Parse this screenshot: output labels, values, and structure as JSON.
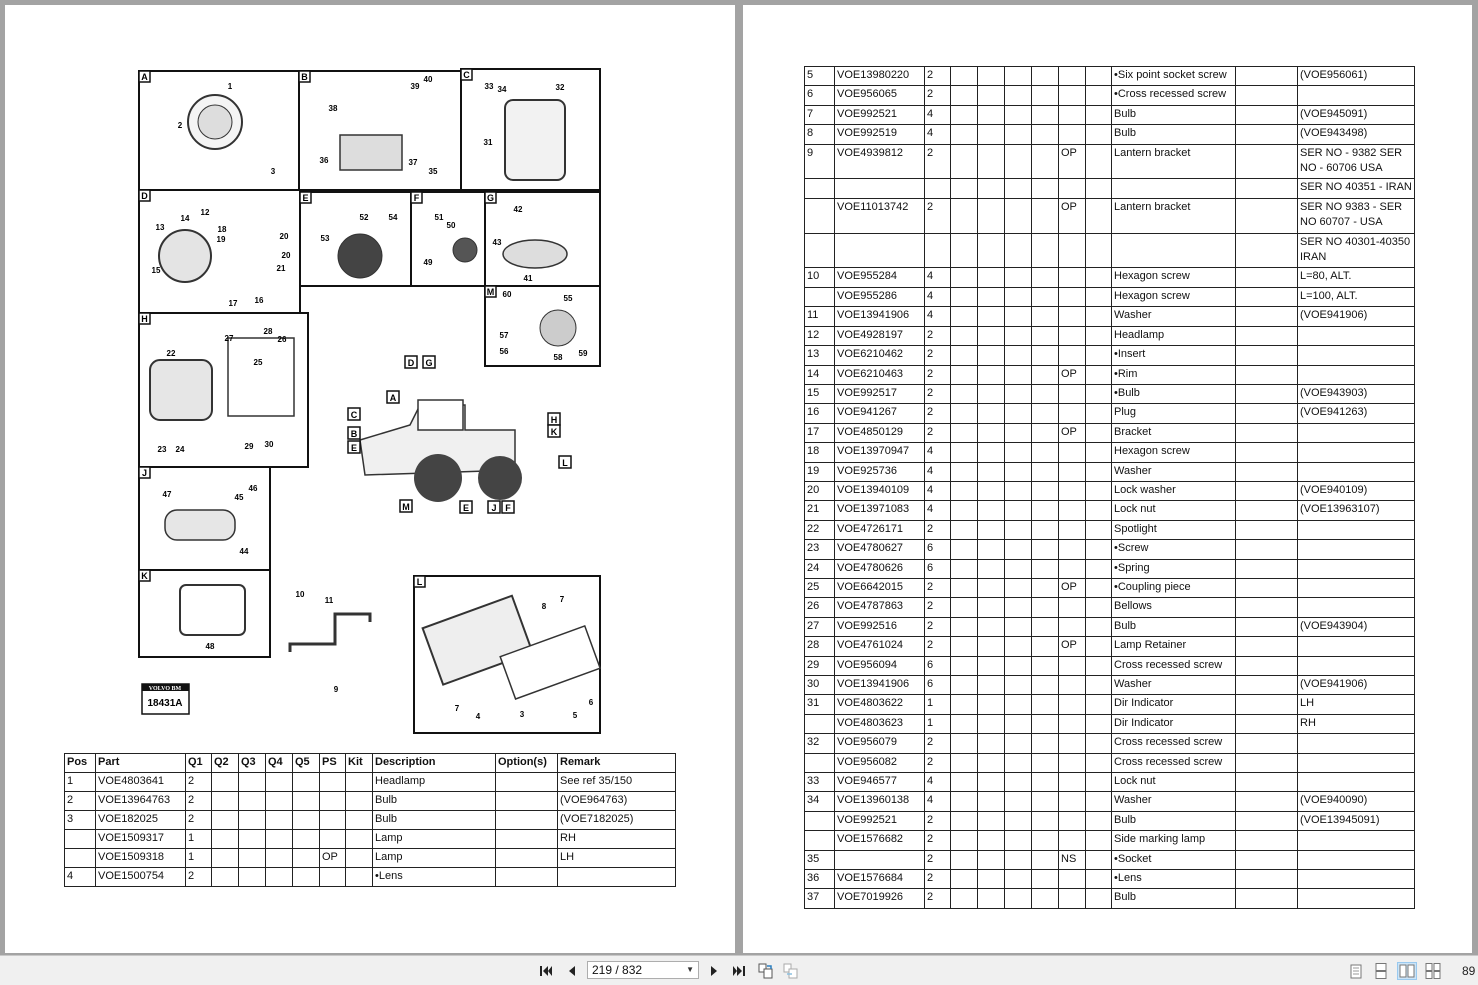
{
  "viewer": {
    "page_indicator": "219 / 832",
    "zoom_level": "89",
    "buttons": [
      "first-page",
      "previous-page",
      "next-page",
      "last-page",
      "rotate",
      "extract"
    ],
    "view_modes": [
      "single-page",
      "continuous",
      "facing",
      "continuous-facing"
    ],
    "active_view_mode": "facing",
    "active_color": "#cce4f7"
  },
  "diagram": {
    "logo_brand": "VOLVO BM",
    "logo_code": "18431A",
    "panels": [
      "A",
      "B",
      "C",
      "D",
      "E",
      "F",
      "G",
      "M",
      "H",
      "J",
      "K",
      "L"
    ],
    "loader_refs": [
      "D",
      "G",
      "A",
      "C",
      "B",
      "E",
      "H",
      "K",
      "L",
      "M",
      "E",
      "J",
      "F"
    ],
    "callouts": [
      "1",
      "2",
      "3",
      "40",
      "39",
      "38",
      "36",
      "37",
      "35",
      "33",
      "34",
      "32",
      "31",
      "14",
      "12",
      "13",
      "18",
      "19",
      "20",
      "20",
      "21",
      "15",
      "17",
      "16",
      "52",
      "54",
      "53",
      "51",
      "50",
      "49",
      "42",
      "43",
      "41",
      "60",
      "55",
      "57",
      "56",
      "58",
      "59",
      "28",
      "26",
      "27",
      "22",
      "25",
      "23",
      "24",
      "29",
      "30",
      "47",
      "46",
      "45",
      "44",
      "48",
      "10",
      "11",
      "9",
      "8",
      "7",
      "6",
      "7",
      "4",
      "5",
      "3"
    ]
  },
  "left_table": {
    "headers": [
      "Pos",
      "Part",
      "Q1",
      "Q2",
      "Q3",
      "Q4",
      "Q5",
      "PS",
      "Kit",
      "Description",
      "Option(s)",
      "Remark"
    ],
    "rows": [
      [
        "1",
        "VOE4803641",
        "2",
        "",
        "",
        "",
        "",
        "",
        "",
        "Headlamp",
        "",
        "See ref 35/150"
      ],
      [
        "2",
        "VOE13964763",
        "2",
        "",
        "",
        "",
        "",
        "",
        "",
        "Bulb",
        "",
        "(VOE964763)"
      ],
      [
        "3",
        "VOE182025",
        "2",
        "",
        "",
        "",
        "",
        "",
        "",
        "Bulb",
        "",
        "(VOE7182025)"
      ],
      [
        "",
        "VOE1509317",
        "1",
        "",
        "",
        "",
        "",
        "",
        "",
        "Lamp",
        "",
        "RH"
      ],
      [
        "",
        "VOE1509318",
        "1",
        "",
        "",
        "",
        "",
        "OP",
        "",
        "Lamp",
        "",
        "LH"
      ],
      [
        "4",
        "VOE1500754",
        "2",
        "",
        "",
        "",
        "",
        "",
        "",
        "•Lens",
        "",
        ""
      ]
    ]
  },
  "right_table": {
    "rows": [
      [
        "5",
        "VOE13980220",
        "2",
        "",
        "",
        "",
        "",
        "",
        "",
        "•Six point socket screw",
        "",
        "(VOE956061)"
      ],
      [
        "6",
        "VOE956065",
        "2",
        "",
        "",
        "",
        "",
        "",
        "",
        "•Cross recessed screw",
        "",
        ""
      ],
      [
        "7",
        "VOE992521",
        "4",
        "",
        "",
        "",
        "",
        "",
        "",
        "Bulb",
        "",
        "(VOE945091)"
      ],
      [
        "8",
        "VOE992519",
        "4",
        "",
        "",
        "",
        "",
        "",
        "",
        "Bulb",
        "",
        "(VOE943498)"
      ],
      [
        "9",
        "VOE4939812",
        "2",
        "",
        "",
        "",
        "",
        "OP",
        "",
        "Lantern bracket",
        "",
        "SER NO - 9382 SER NO - 60706  USA"
      ],
      [
        "",
        "",
        "",
        "",
        "",
        "",
        "",
        "",
        "",
        "",
        "",
        "SER NO 40351 - IRAN"
      ],
      [
        "",
        "VOE11013742",
        "2",
        "",
        "",
        "",
        "",
        "OP",
        "",
        "Lantern bracket",
        "",
        "SER NO 9383 - SER NO 60707 - USA"
      ],
      [
        "",
        "",
        "",
        "",
        "",
        "",
        "",
        "",
        "",
        "",
        "",
        "SER NO 40301-40350 IRAN"
      ],
      [
        "10",
        "VOE955284",
        "4",
        "",
        "",
        "",
        "",
        "",
        "",
        "Hexagon screw",
        "",
        "L=80, ALT."
      ],
      [
        "",
        "VOE955286",
        "4",
        "",
        "",
        "",
        "",
        "",
        "",
        "Hexagon screw",
        "",
        "L=100, ALT."
      ],
      [
        "11",
        "VOE13941906",
        "4",
        "",
        "",
        "",
        "",
        "",
        "",
        "Washer",
        "",
        "(VOE941906)"
      ],
      [
        "12",
        "VOE4928197",
        "2",
        "",
        "",
        "",
        "",
        "",
        "",
        "Headlamp",
        "",
        ""
      ],
      [
        "13",
        "VOE6210462",
        "2",
        "",
        "",
        "",
        "",
        "",
        "",
        "•Insert",
        "",
        ""
      ],
      [
        "14",
        "VOE6210463",
        "2",
        "",
        "",
        "",
        "",
        "OP",
        "",
        "•Rim",
        "",
        ""
      ],
      [
        "15",
        "VOE992517",
        "2",
        "",
        "",
        "",
        "",
        "",
        "",
        "•Bulb",
        "",
        "(VOE943903)"
      ],
      [
        "16",
        "VOE941267",
        "2",
        "",
        "",
        "",
        "",
        "",
        "",
        "Plug",
        "",
        "(VOE941263)"
      ],
      [
        "17",
        "VOE4850129",
        "2",
        "",
        "",
        "",
        "",
        "OP",
        "",
        "Bracket",
        "",
        ""
      ],
      [
        "18",
        "VOE13970947",
        "4",
        "",
        "",
        "",
        "",
        "",
        "",
        "Hexagon screw",
        "",
        ""
      ],
      [
        "19",
        "VOE925736",
        "4",
        "",
        "",
        "",
        "",
        "",
        "",
        "Washer",
        "",
        ""
      ],
      [
        "20",
        "VOE13940109",
        "4",
        "",
        "",
        "",
        "",
        "",
        "",
        "Lock washer",
        "",
        "(VOE940109)"
      ],
      [
        "21",
        "VOE13971083",
        "4",
        "",
        "",
        "",
        "",
        "",
        "",
        "Lock nut",
        "",
        "(VOE13963107)"
      ],
      [
        "22",
        "VOE4726171",
        "2",
        "",
        "",
        "",
        "",
        "",
        "",
        "Spotlight",
        "",
        ""
      ],
      [
        "23",
        "VOE4780627",
        "6",
        "",
        "",
        "",
        "",
        "",
        "",
        "•Screw",
        "",
        ""
      ],
      [
        "24",
        "VOE4780626",
        "6",
        "",
        "",
        "",
        "",
        "",
        "",
        "•Spring",
        "",
        ""
      ],
      [
        "25",
        "VOE6642015",
        "2",
        "",
        "",
        "",
        "",
        "OP",
        "",
        "•Coupling piece",
        "",
        ""
      ],
      [
        "26",
        "VOE4787863",
        "2",
        "",
        "",
        "",
        "",
        "",
        "",
        "Bellows",
        "",
        ""
      ],
      [
        "27",
        "VOE992516",
        "2",
        "",
        "",
        "",
        "",
        "",
        "",
        "Bulb",
        "",
        "(VOE943904)"
      ],
      [
        "28",
        "VOE4761024",
        "2",
        "",
        "",
        "",
        "",
        "OP",
        "",
        "Lamp Retainer",
        "",
        ""
      ],
      [
        "29",
        "VOE956094",
        "6",
        "",
        "",
        "",
        "",
        "",
        "",
        "Cross recessed screw",
        "",
        ""
      ],
      [
        "30",
        "VOE13941906",
        "6",
        "",
        "",
        "",
        "",
        "",
        "",
        "Washer",
        "",
        "(VOE941906)"
      ],
      [
        "31",
        "VOE4803622",
        "1",
        "",
        "",
        "",
        "",
        "",
        "",
        "Dir Indicator",
        "",
        "LH"
      ],
      [
        "",
        "VOE4803623",
        "1",
        "",
        "",
        "",
        "",
        "",
        "",
        "Dir Indicator",
        "",
        "RH"
      ],
      [
        "32",
        "VOE956079",
        "2",
        "",
        "",
        "",
        "",
        "",
        "",
        "Cross recessed screw",
        "",
        ""
      ],
      [
        "",
        "VOE956082",
        "2",
        "",
        "",
        "",
        "",
        "",
        "",
        "Cross recessed screw",
        "",
        ""
      ],
      [
        "33",
        "VOE946577",
        "4",
        "",
        "",
        "",
        "",
        "",
        "",
        "Lock nut",
        "",
        ""
      ],
      [
        "34",
        "VOE13960138",
        "4",
        "",
        "",
        "",
        "",
        "",
        "",
        "Washer",
        "",
        "(VOE940090)"
      ],
      [
        "",
        "VOE992521",
        "2",
        "",
        "",
        "",
        "",
        "",
        "",
        "Bulb",
        "",
        "(VOE13945091)"
      ],
      [
        "",
        "VOE1576682",
        "2",
        "",
        "",
        "",
        "",
        "",
        "",
        "Side marking lamp",
        "",
        ""
      ],
      [
        "35",
        "",
        "2",
        "",
        "",
        "",
        "",
        "NS",
        "",
        "•Socket",
        "",
        ""
      ],
      [
        "36",
        "VOE1576684",
        "2",
        "",
        "",
        "",
        "",
        "",
        "",
        "•Lens",
        "",
        ""
      ],
      [
        "37",
        "VOE7019926",
        "2",
        "",
        "",
        "",
        "",
        "",
        "",
        "Bulb",
        "",
        ""
      ]
    ]
  }
}
